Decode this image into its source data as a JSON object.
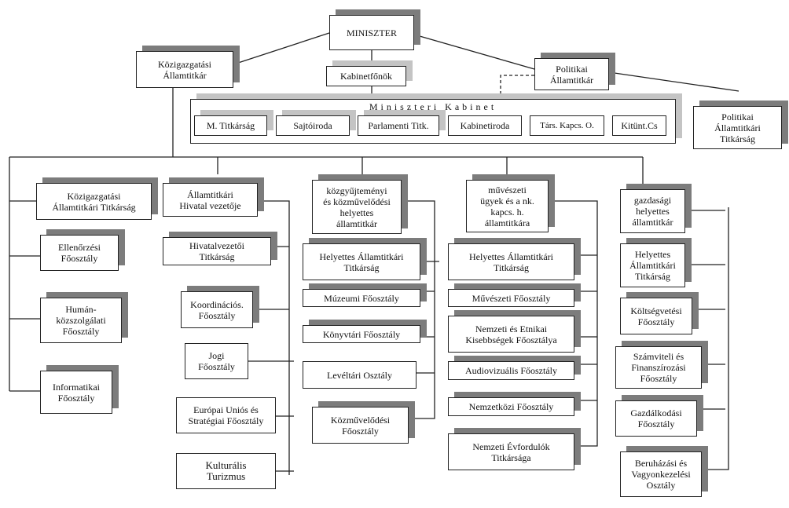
{
  "top": {
    "minister": "MINISZTER",
    "admin_state_secretary": "Közigazgatási\nÁllamtitkár",
    "chief_of_cabinet": "Kabinetfőnök",
    "political_state_secretary": "Politikai\nÁllamtitkár",
    "political_secretariat": "Politikai\nÁllamtitkári\nTitkárság"
  },
  "cabinet": {
    "title": "Miniszteri Kabinet",
    "units": [
      "M. Titkárság",
      "Sajtóiroda",
      "Parlamenti Titk.",
      "Kabinetiroda",
      "Társ. Kapcs. O.",
      "Kitünt.Cs"
    ]
  },
  "columns": [
    {
      "head": "Közigazgatási\nÁllamtitkári Titkárság",
      "units": [
        "Ellenőrzési\nFőosztály",
        "Humán-\nközszolgálati\nFőosztály",
        "Informatikai\nFőosztály"
      ]
    },
    {
      "head": "Államtitkári\nHivatal vezetője",
      "units": [
        "Hivatalvezetői\nTitkárság",
        "Koordinációs.\nFőosztály",
        "Jogi\nFőosztály",
        "Európai Uniós és\nStratégiai Főosztály",
        "Kulturális\nTurizmus"
      ]
    },
    {
      "head": "közgyűjteményi\nés közművelődési\nhelyettes\nállamtitkár",
      "units": [
        "Helyettes Államtitkári\nTitkárság",
        "Múzeumi Főosztály",
        "Könyvtári Főosztály",
        "Levéltári Osztály",
        "Közművelődési\nFőosztály"
      ]
    },
    {
      "head": "művészeti\nügyek és a nk.\nkapcs. h.\nállamtitkára",
      "units": [
        "Helyettes  Államtitkári\nTitkárság",
        "Művészeti Főosztály",
        "Nemzeti és Etnikai\nKisebbségek Főosztálya",
        "Audiovizuális Főosztály",
        "Nemzetközi Főosztály",
        "Nemzeti Évfordulók\nTitkársága"
      ]
    },
    {
      "head": "gazdasági\nhelyettes\nállamtitkár",
      "units": [
        "Helyettes\nÁllamtitkári\nTitkárság",
        "Költségvetési\nFőosztály",
        "Számviteli és\nFinanszírozási\nFőosztály",
        "Gazdálkodási\nFőosztály",
        "Beruházási és\nVagyonkezelési\nOsztály"
      ]
    }
  ],
  "colors": {
    "shadow": "#7c7c7c",
    "light_shadow": "#c4c4c4",
    "line": "#222222"
  }
}
